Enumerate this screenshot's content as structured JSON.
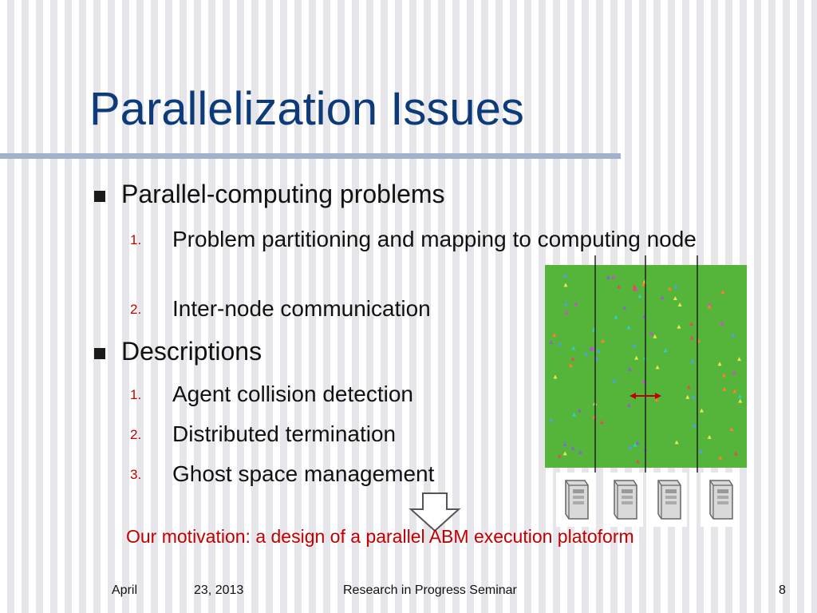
{
  "slide": {
    "title": "Parallelization Issues",
    "sections": [
      {
        "heading": "Parallel-computing problems",
        "items": [
          {
            "num": "1.",
            "text": "Problem partitioning and mapping to computing node"
          },
          {
            "num": "2.",
            "text": "Inter-node communication"
          }
        ]
      },
      {
        "heading": "Descriptions",
        "items": [
          {
            "num": "1.",
            "text": "Agent collision detection"
          },
          {
            "num": "2.",
            "text": "Distributed termination"
          },
          {
            "num": "3.",
            "text": "Ghost space management"
          }
        ]
      }
    ],
    "motivation": "Our motivation: a design of a parallel ABM execution platoform"
  },
  "figure": {
    "grid_color": "#55b43a",
    "arrow_color": "#c00000",
    "icon": "server-icon",
    "server_count": 4
  },
  "footer": {
    "date_month": "April",
    "date_rest": "23, 2013",
    "event": "Research in Progress Seminar",
    "page": "8"
  },
  "colors": {
    "title": "#0d3a78",
    "accent": "#c00000"
  }
}
